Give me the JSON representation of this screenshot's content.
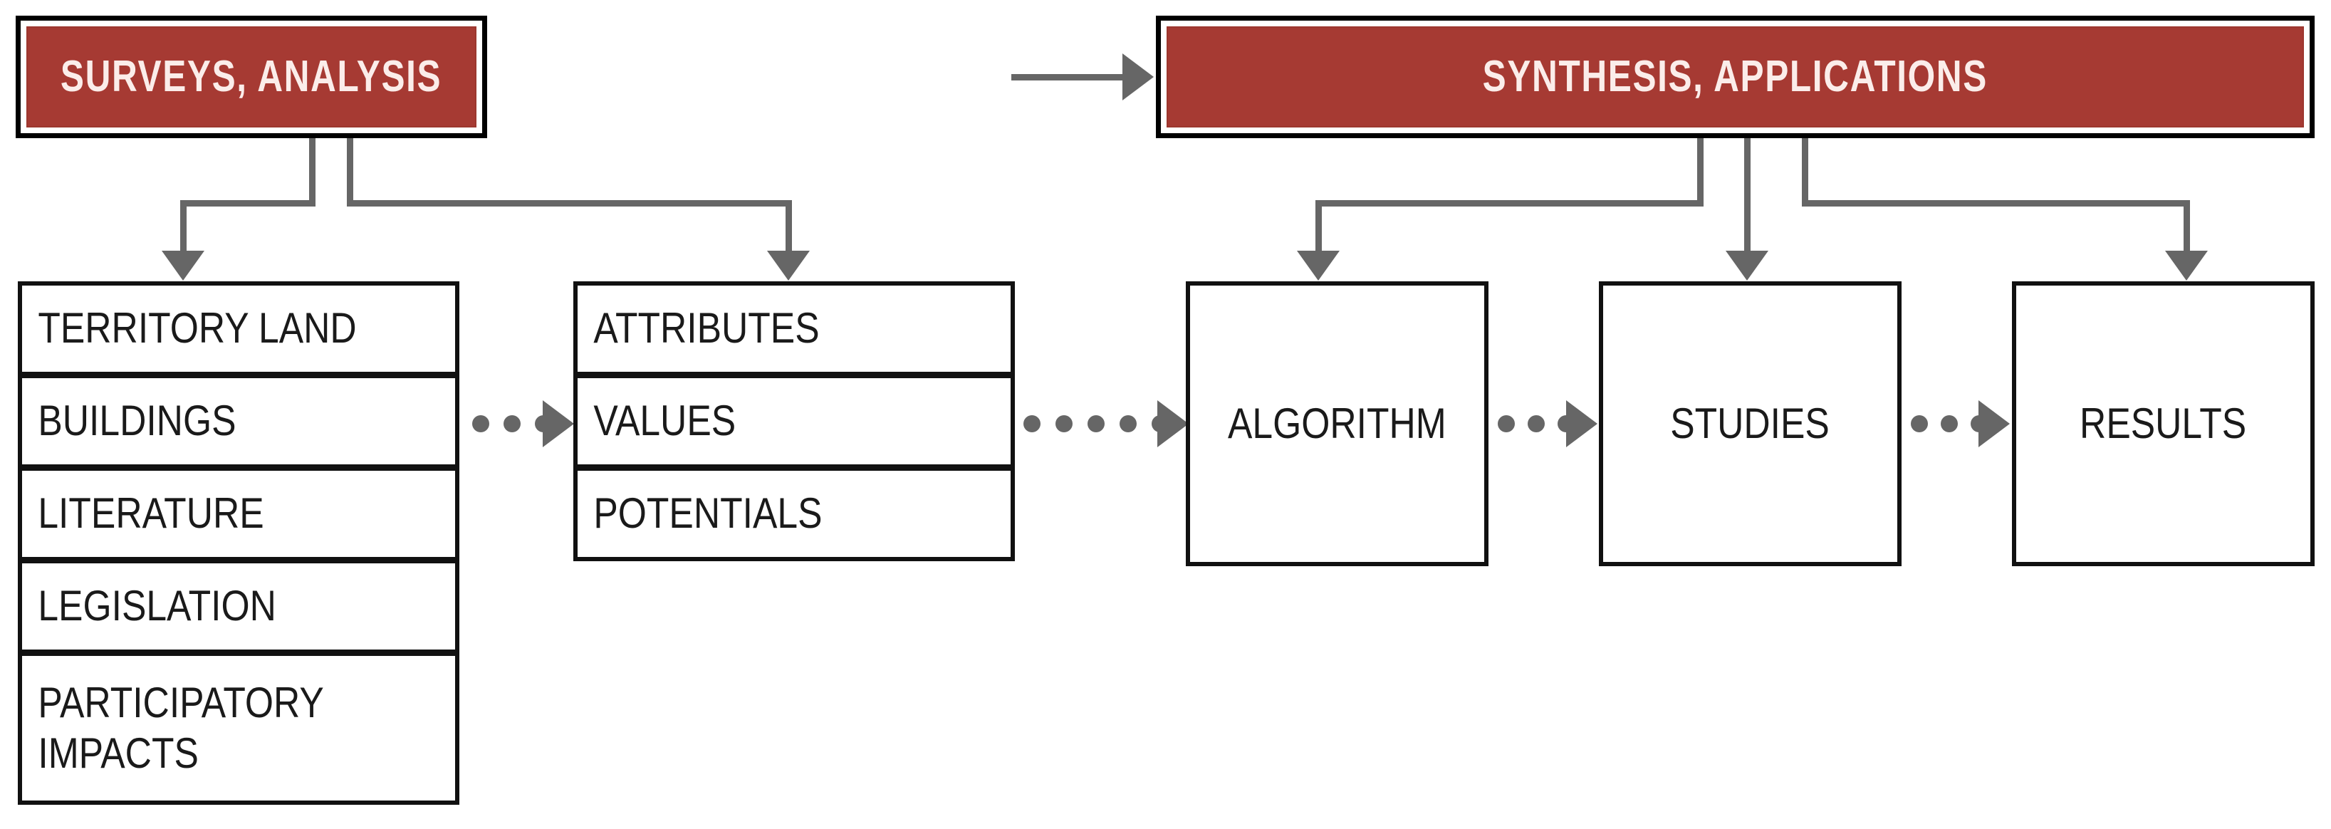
{
  "diagram": {
    "title": "Methodology flow diagram",
    "colors": {
      "header_fill": "#A63A33",
      "header_text": "#FBEDEA",
      "border": "#111111",
      "connector": "#666666",
      "background": "#FFFFFF"
    },
    "headers": [
      {
        "id": "surveys-analysis",
        "label": "SURVEYS, ANALYSIS"
      },
      {
        "id": "synthesis-applications",
        "label": "SYNTHESIS, APPLICATIONS"
      }
    ],
    "columns": {
      "inputs": {
        "id": "inputs-column",
        "items": [
          {
            "label": "TERRITORY LAND"
          },
          {
            "label": "BUILDINGS"
          },
          {
            "label": "LITERATURE"
          },
          {
            "label": "LEGISLATION"
          },
          {
            "label": "PARTICIPATORY\nIMPACTS"
          }
        ]
      },
      "descriptors": {
        "id": "descriptors-column",
        "items": [
          {
            "label": "ATTRIBUTES"
          },
          {
            "label": "VALUES"
          },
          {
            "label": "POTENTIALS"
          }
        ]
      }
    },
    "process_boxes": [
      {
        "id": "algorithm",
        "label": "ALGORITHM"
      },
      {
        "id": "studies",
        "label": "STUDIES"
      },
      {
        "id": "results",
        "label": "RESULTS"
      }
    ],
    "connectors": [
      {
        "id": "surveys-to-synthesis",
        "style": "solid-arrow",
        "from": "SURVEYS, ANALYSIS",
        "to": "SYNTHESIS, APPLICATIONS"
      },
      {
        "id": "surveys-to-inputs",
        "style": "solid-elbow-arrow",
        "from": "SURVEYS, ANALYSIS",
        "to": "TERRITORY LAND"
      },
      {
        "id": "surveys-to-descriptors",
        "style": "solid-elbow-arrow",
        "from": "SURVEYS, ANALYSIS",
        "to": "ATTRIBUTES"
      },
      {
        "id": "inputs-to-descriptors",
        "style": "dotted-arrow",
        "dots": 3,
        "from": "BUILDINGS",
        "to": "VALUES"
      },
      {
        "id": "descriptors-to-algorithm",
        "style": "dotted-arrow",
        "dots": 5,
        "from": "VALUES",
        "to": "ALGORITHM"
      },
      {
        "id": "synthesis-to-algorithm",
        "style": "solid-elbow-arrow",
        "from": "SYNTHESIS, APPLICATIONS",
        "to": "ALGORITHM"
      },
      {
        "id": "synthesis-to-studies",
        "style": "solid-arrow",
        "from": "SYNTHESIS, APPLICATIONS",
        "to": "STUDIES"
      },
      {
        "id": "synthesis-to-results",
        "style": "solid-elbow-arrow",
        "from": "SYNTHESIS, APPLICATIONS",
        "to": "RESULTS"
      },
      {
        "id": "algorithm-to-studies",
        "style": "dotted-arrow",
        "dots": 3,
        "from": "ALGORITHM",
        "to": "STUDIES"
      },
      {
        "id": "studies-to-results",
        "style": "dotted-arrow",
        "dots": 3,
        "from": "STUDIES",
        "to": "RESULTS"
      }
    ]
  }
}
